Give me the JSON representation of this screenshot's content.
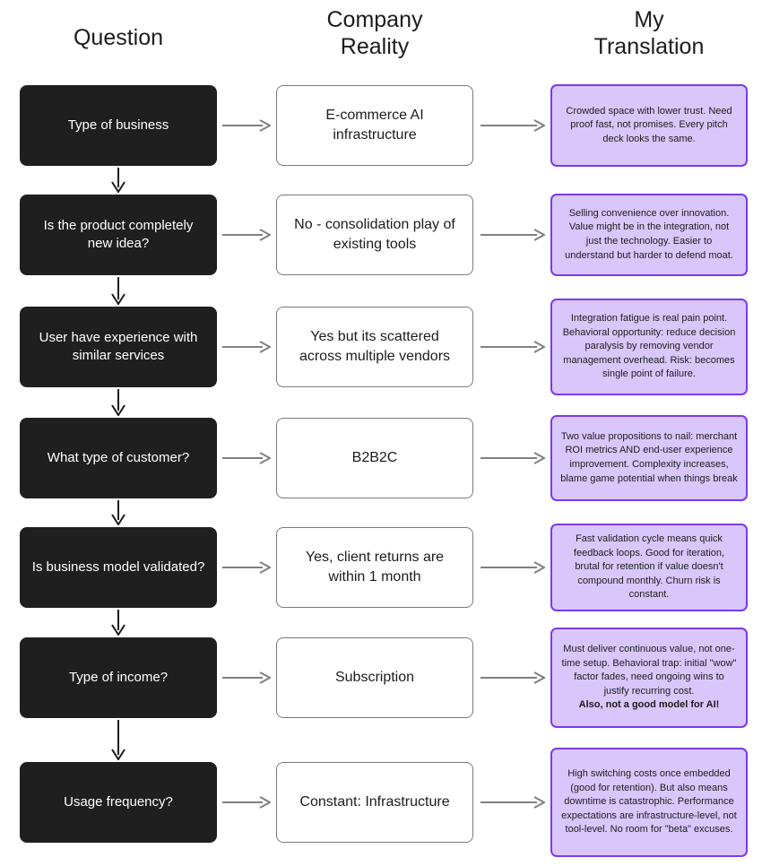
{
  "headers": {
    "question": "Question",
    "reality_line1": "Company",
    "reality_line2": "Reality",
    "translation_line1": "My",
    "translation_line2": "Translation"
  },
  "colors": {
    "question_box_bg": "#1f1f1f",
    "question_box_text": "#ffffff",
    "reality_box_border": "#7a7a7a",
    "reality_box_bg": "#ffffff",
    "translation_box_bg": "#d9c6fb",
    "translation_box_border": "#7c3aed",
    "horizontal_arrow": "#808080",
    "vertical_arrow": "#1c1c1c",
    "page_bg": "#ffffff"
  },
  "rows": [
    {
      "question": "Type of business",
      "reality": "E-commerce AI infrastructure",
      "translation": "Crowded space with lower trust. Need proof fast, not promises. Every pitch deck looks the same.",
      "translation_bold": ""
    },
    {
      "question": "Is the product completely new idea?",
      "reality": "No - consolidation play of existing tools",
      "translation": "Selling convenience over innovation. Value might be in the integration, not just the technology. Easier to understand but harder to defend moat.",
      "translation_bold": ""
    },
    {
      "question": "User have experience with similar services",
      "reality": "Yes but its scattered across multiple vendors",
      "translation": "Integration fatigue is real pain point. Behavioral opportunity: reduce decision paralysis by removing vendor management overhead. Risk: becomes single point of failure.",
      "translation_bold": ""
    },
    {
      "question": "What type of customer?",
      "reality": "B2B2C",
      "translation": "Two value propositions to nail: merchant ROI metrics AND end-user experience improvement. Complexity increases, blame game potential when things break",
      "translation_bold": ""
    },
    {
      "question": "Is business model validated?",
      "reality": "Yes, client returns are within 1 month",
      "translation": "Fast validation cycle means quick feedback loops. Good for iteration, brutal for retention if value doesn't compound monthly. Churn risk is constant.",
      "translation_bold": ""
    },
    {
      "question": "Type of income?",
      "reality": "Subscription",
      "translation": "Must deliver continuous value, not one-time setup. Behavioral trap: initial \"wow\" factor fades, need ongoing wins to justify recurring cost.",
      "translation_bold": "Also, not a good model for AI!"
    },
    {
      "question": "Usage frequency?",
      "reality": "Constant: Infrastructure",
      "translation": "High switching costs once embedded (good for retention). But also means downtime is catastrophic. Performance expectations are infrastructure-level, not tool-level. No room for \"beta\" excuses.",
      "translation_bold": ""
    }
  ],
  "icons": {
    "horizontal_arrow": "arrow-right-icon",
    "vertical_arrow": "arrow-down-icon"
  }
}
